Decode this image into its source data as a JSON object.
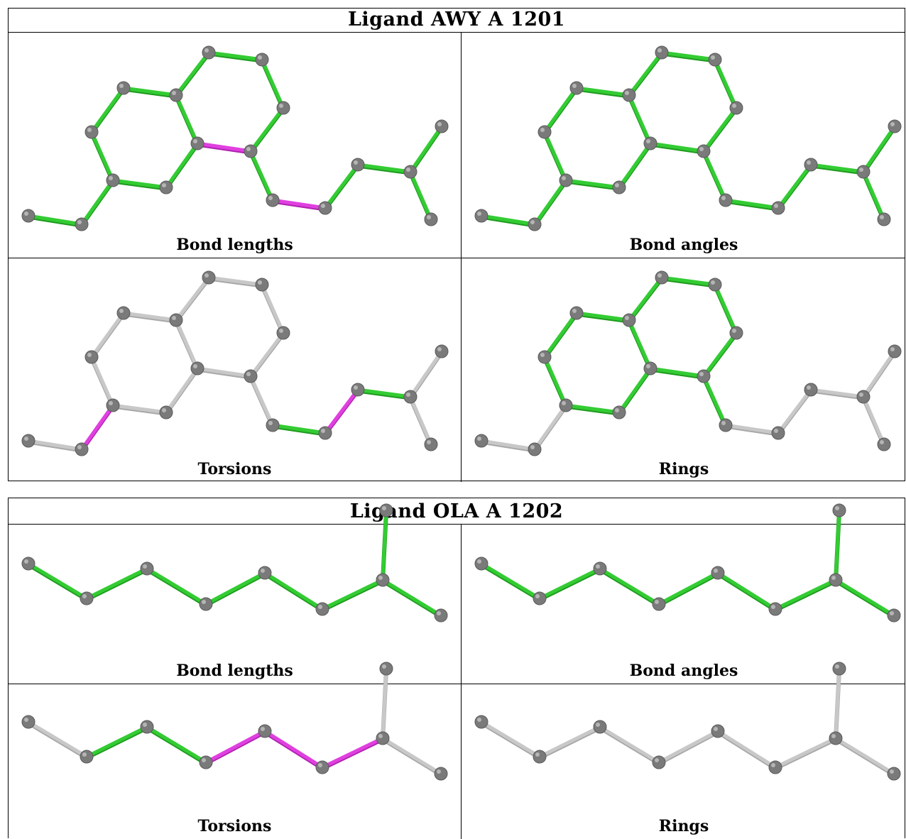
{
  "colors": {
    "ok": "#33cc33",
    "outlier": "#e040e0",
    "none": "#c8c8c8",
    "atom": "#7a7a7a"
  },
  "tables": [
    {
      "title": "Ligand AWY A 1201",
      "panels": [
        {
          "caption": "Bond lengths",
          "bond_colors": [
            "ok",
            "ok",
            "ok",
            "ok",
            "ok",
            "ok",
            "ok",
            "ok",
            "ok",
            "outlier",
            "ok",
            "ok",
            "ok",
            "ok",
            "outlier",
            "ok",
            "ok",
            "ok",
            "ok",
            "ok"
          ]
        },
        {
          "caption": "Bond angles",
          "bond_colors": [
            "ok",
            "ok",
            "ok",
            "ok",
            "ok",
            "ok",
            "ok",
            "ok",
            "ok",
            "ok",
            "ok",
            "ok",
            "ok",
            "ok",
            "ok",
            "ok",
            "ok",
            "ok",
            "ok",
            "ok"
          ]
        },
        {
          "caption": "Torsions",
          "bond_colors": [
            "none",
            "outlier",
            "none",
            "none",
            "none",
            "none",
            "none",
            "none",
            "none",
            "none",
            "none",
            "none",
            "none",
            "none",
            "ok",
            "outlier",
            "ok",
            "none",
            "none",
            "none"
          ]
        },
        {
          "caption": "Rings",
          "bond_colors": [
            "none",
            "none",
            "ok",
            "ok",
            "ok",
            "ok",
            "ok",
            "ok",
            "ok",
            "ok",
            "ok",
            "ok",
            "ok",
            "ok",
            "none",
            "none",
            "none",
            "none",
            "none",
            "none"
          ]
        }
      ]
    },
    {
      "title": "Ligand OLA A 1202",
      "panels": [
        {
          "caption": "Bond lengths",
          "bond_colors": [
            "ok",
            "ok",
            "ok",
            "ok",
            "ok",
            "ok",
            "ok",
            "ok",
            "ok"
          ]
        },
        {
          "caption": "Bond angles",
          "bond_colors": [
            "ok",
            "ok",
            "ok",
            "ok",
            "ok",
            "ok",
            "ok",
            "ok",
            "ok"
          ]
        },
        {
          "caption": "Torsions",
          "bond_colors": [
            "none",
            "ok",
            "ok",
            "outlier",
            "outlier",
            "outlier",
            "none",
            "none",
            "none"
          ]
        },
        {
          "caption": "Rings",
          "bond_colors": [
            "none",
            "none",
            "none",
            "none",
            "none",
            "none",
            "none",
            "none",
            "none"
          ]
        }
      ]
    }
  ]
}
